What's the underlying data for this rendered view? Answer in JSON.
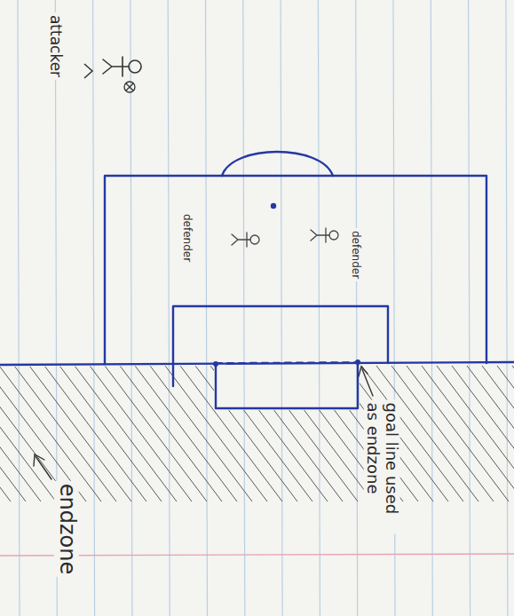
{
  "diagram": {
    "labels": [
      "attacker",
      "defender",
      "defender",
      "goal line used as endzone",
      "endzone"
    ]
  }
}
